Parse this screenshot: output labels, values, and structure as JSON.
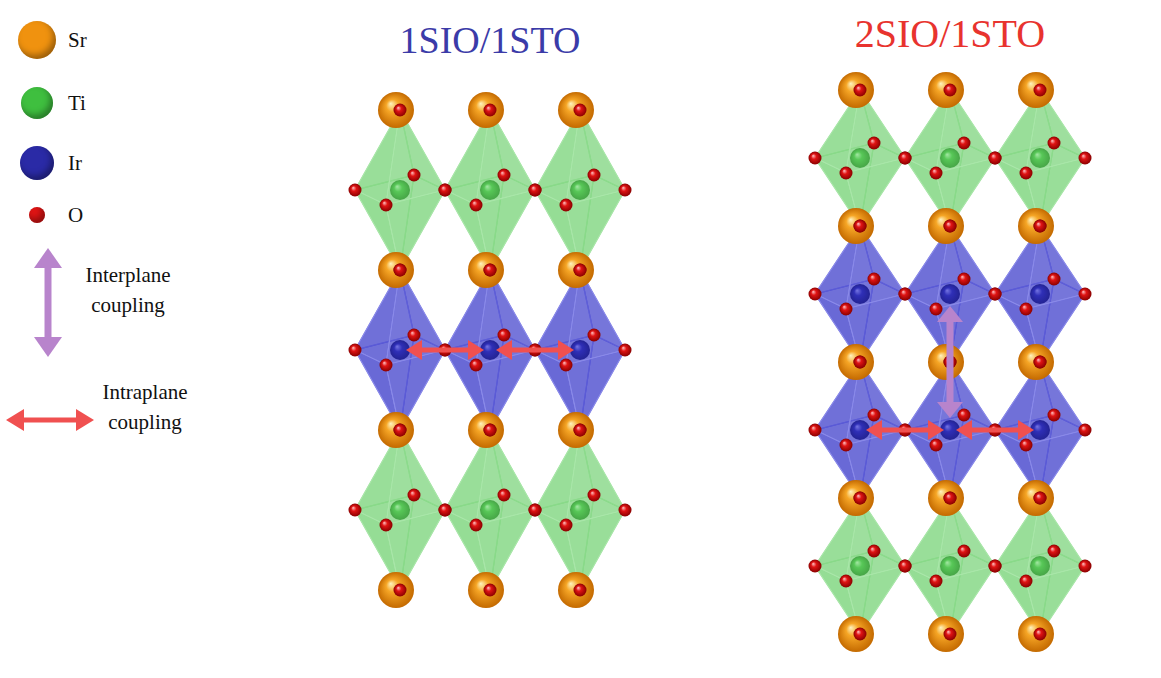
{
  "diagram": {
    "labels": [
      "1SIO/1STO",
      "2SIO/1STO"
    ],
    "legend": [
      {
        "text": "Sr",
        "color": "#f0920f"
      },
      {
        "text": "Ti",
        "color": "#3fbf3f"
      },
      {
        "text": "Ir",
        "color": "#2a2aa6"
      },
      {
        "text": "O",
        "color": "#e01414"
      },
      {
        "text": "Interplane coupling"
      },
      {
        "text": "Intraplane coupling"
      }
    ]
  }
}
